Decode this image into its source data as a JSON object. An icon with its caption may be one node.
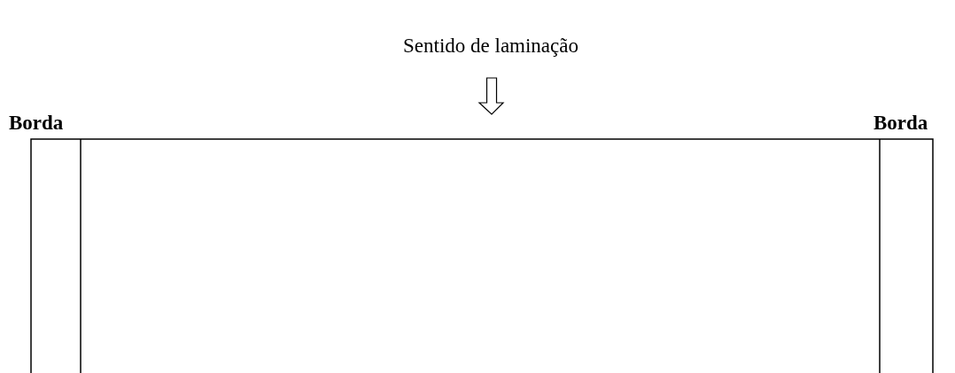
{
  "diagram": {
    "labels": [
      "Sentido de laminação",
      "Borda",
      "Borda"
    ]
  }
}
